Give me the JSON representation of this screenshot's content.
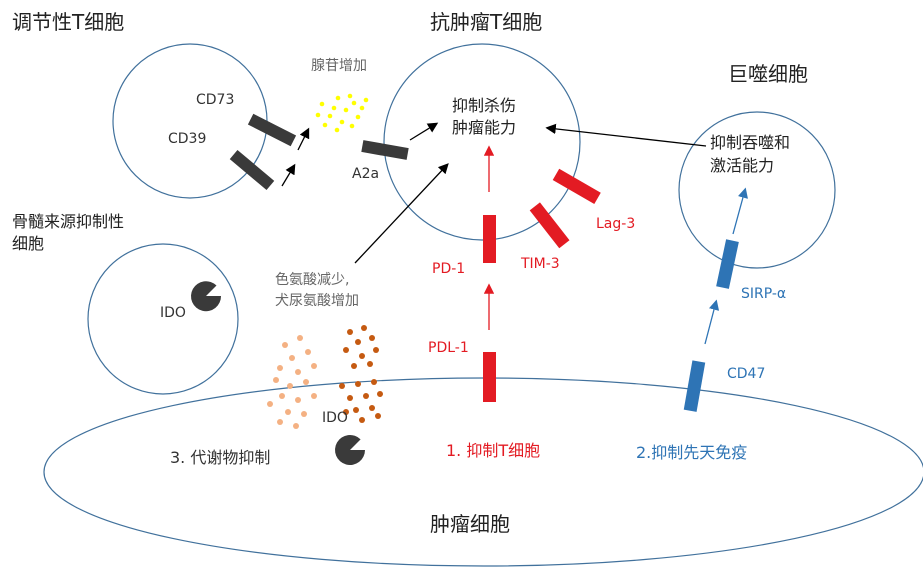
{
  "title": "抗肿瘤T细胞",
  "cells": {
    "treg": "调节性T细胞",
    "macrophage": "巨噬细胞",
    "mdsc_line1": "骨髓来源抑制性",
    "mdsc_line2": "细胞",
    "tumor": "肿瘤细胞"
  },
  "labels": {
    "adenosine": "腺苷增加",
    "cd73": "CD73",
    "cd39": "CD39",
    "a2a": "A2a",
    "tcell_effect_line1": "抑制杀伤",
    "tcell_effect_line2": "肿瘤能力",
    "macro_effect_line1": "抑制吞噬和",
    "macro_effect_line2": "激活能力",
    "trp_line1": "色氨酸减少,",
    "trp_line2": "犬尿氨酸增加",
    "ido_mdsc": "IDO",
    "ido_tumor": "IDO",
    "pd1": "PD-1",
    "pdl1": "PDL-1",
    "tim3": "TIM-3",
    "lag3": "Lag-3",
    "sirpa": "SIRP-α",
    "cd47": "CD47"
  },
  "mechanisms": {
    "m1": "1. 抑制T细胞",
    "m2": "2.抑制先天免疫",
    "m3": "3. 代谢物抑制"
  },
  "colors": {
    "outline": "#41719c",
    "dark_receptor": "#3a3a3a",
    "red": "#e31b23",
    "blue": "#2e74b5",
    "adenosine_dots": "#ffff00",
    "trp_dots": "#f4b183",
    "kyn_dots": "#c55a11"
  }
}
